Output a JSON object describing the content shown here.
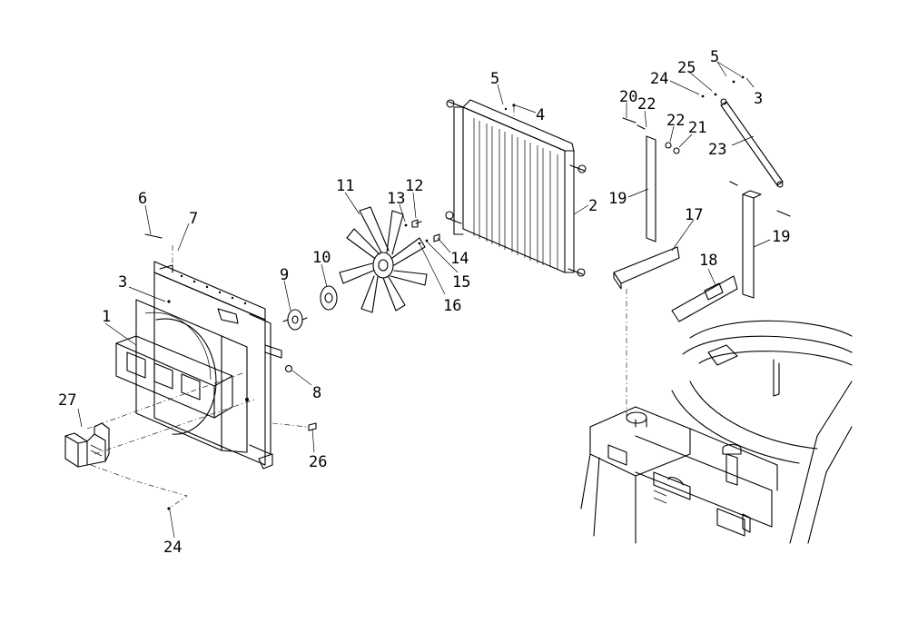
{
  "callouts": [
    {
      "id": "c1",
      "label": "1"
    },
    {
      "id": "c2",
      "label": "2"
    },
    {
      "id": "c3a",
      "label": "3"
    },
    {
      "id": "c3b",
      "label": "3"
    },
    {
      "id": "c4",
      "label": "4"
    },
    {
      "id": "c5a",
      "label": "5"
    },
    {
      "id": "c5b",
      "label": "5"
    },
    {
      "id": "c6",
      "label": "6"
    },
    {
      "id": "c7",
      "label": "7"
    },
    {
      "id": "c8",
      "label": "8"
    },
    {
      "id": "c9",
      "label": "9"
    },
    {
      "id": "c10",
      "label": "10"
    },
    {
      "id": "c11",
      "label": "11"
    },
    {
      "id": "c12",
      "label": "12"
    },
    {
      "id": "c13",
      "label": "13"
    },
    {
      "id": "c14",
      "label": "14"
    },
    {
      "id": "c15",
      "label": "15"
    },
    {
      "id": "c16",
      "label": "16"
    },
    {
      "id": "c17",
      "label": "17"
    },
    {
      "id": "c18",
      "label": "18"
    },
    {
      "id": "c19a",
      "label": "19"
    },
    {
      "id": "c19b",
      "label": "19"
    },
    {
      "id": "c20",
      "label": "20"
    },
    {
      "id": "c21",
      "label": "21"
    },
    {
      "id": "c22a",
      "label": "22"
    },
    {
      "id": "c22b",
      "label": "22"
    },
    {
      "id": "c23",
      "label": "23"
    },
    {
      "id": "c24a",
      "label": "24"
    },
    {
      "id": "c24b",
      "label": "24"
    },
    {
      "id": "c25",
      "label": "25"
    },
    {
      "id": "c26",
      "label": "26"
    },
    {
      "id": "c27",
      "label": "27"
    }
  ]
}
